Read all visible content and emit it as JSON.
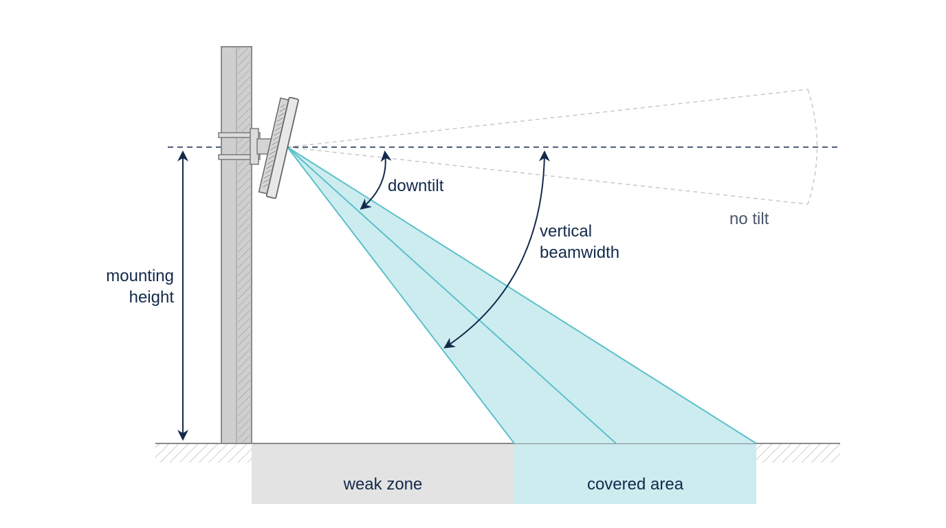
{
  "labels": {
    "downtilt": "downtilt",
    "vertical_beamwidth_line1": "vertical",
    "vertical_beamwidth_line2": "beamwidth",
    "no_tilt": "no tilt",
    "mounting_height_line1": "mounting",
    "mounting_height_line2": "height",
    "weak_zone": "weak zone",
    "covered_area": "covered area"
  },
  "colors": {
    "navy": "#12294a",
    "beam_fill": "#c9ebef",
    "beam_stroke": "#5bc0c9",
    "pole": "#cfcfcf",
    "pole_stroke": "#8a8a8a",
    "weak_zone_fill": "#e1e1e1",
    "covered_fill": "#c9ebef",
    "ghost": "#c8c8c8",
    "ground_hatch": "#bdbdbd"
  },
  "icons": {
    "antenna": "panel-antenna-icon",
    "pole": "mast-pole",
    "bracket": "mounting-bracket-icon"
  }
}
